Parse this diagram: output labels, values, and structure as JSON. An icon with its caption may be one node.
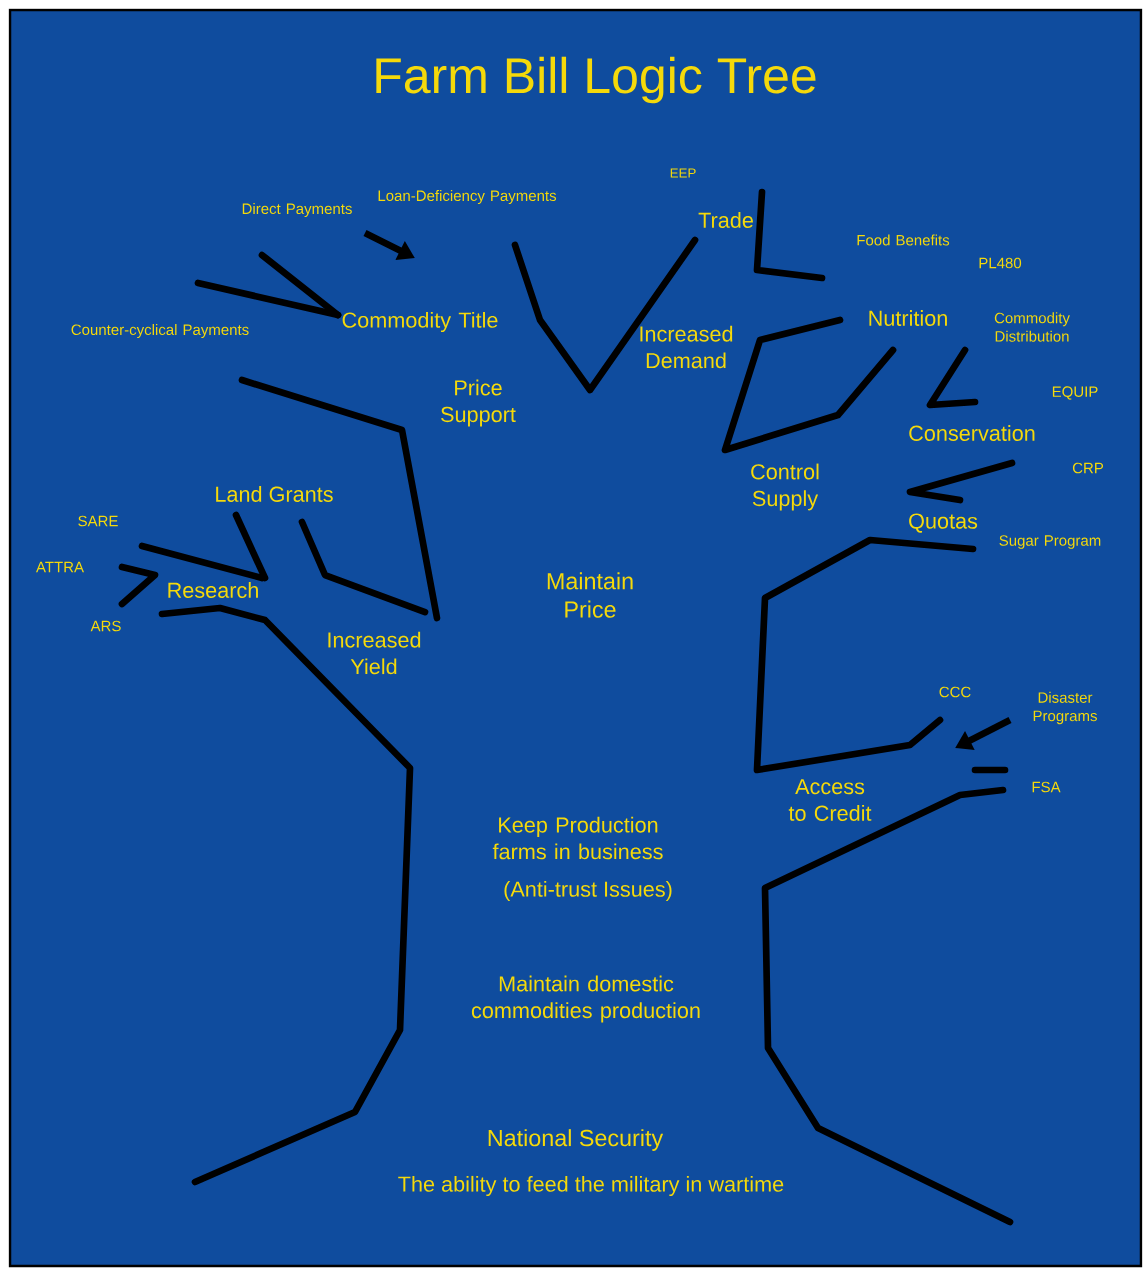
{
  "diagram": {
    "title": "Farm Bill Logic Tree",
    "labels": [
      "EEP",
      "Loan-Deficiency Payments",
      "Direct Payments",
      "Trade",
      "Food Benefits",
      "PL480",
      "Commodity Title",
      "Counter-cyclical Payments",
      "Nutrition",
      "Commodity Distribution",
      "Increased Demand",
      "Price Support",
      "EQUIP",
      "Conservation",
      "Control Supply",
      "Land Grants",
      "CRP",
      "SARE",
      "Quotas",
      "Sugar Program",
      "ATTRA",
      "Maintain Price",
      "Research",
      "ARS",
      "Increased Yield",
      "CCC",
      "Disaster Programs",
      "Access to Credit",
      "FSA",
      "Keep Production farms in business",
      "(Anti-trust Issues)",
      "Maintain domestic commodities production",
      "National Security",
      "The ability to feed the military in wartime"
    ]
  }
}
